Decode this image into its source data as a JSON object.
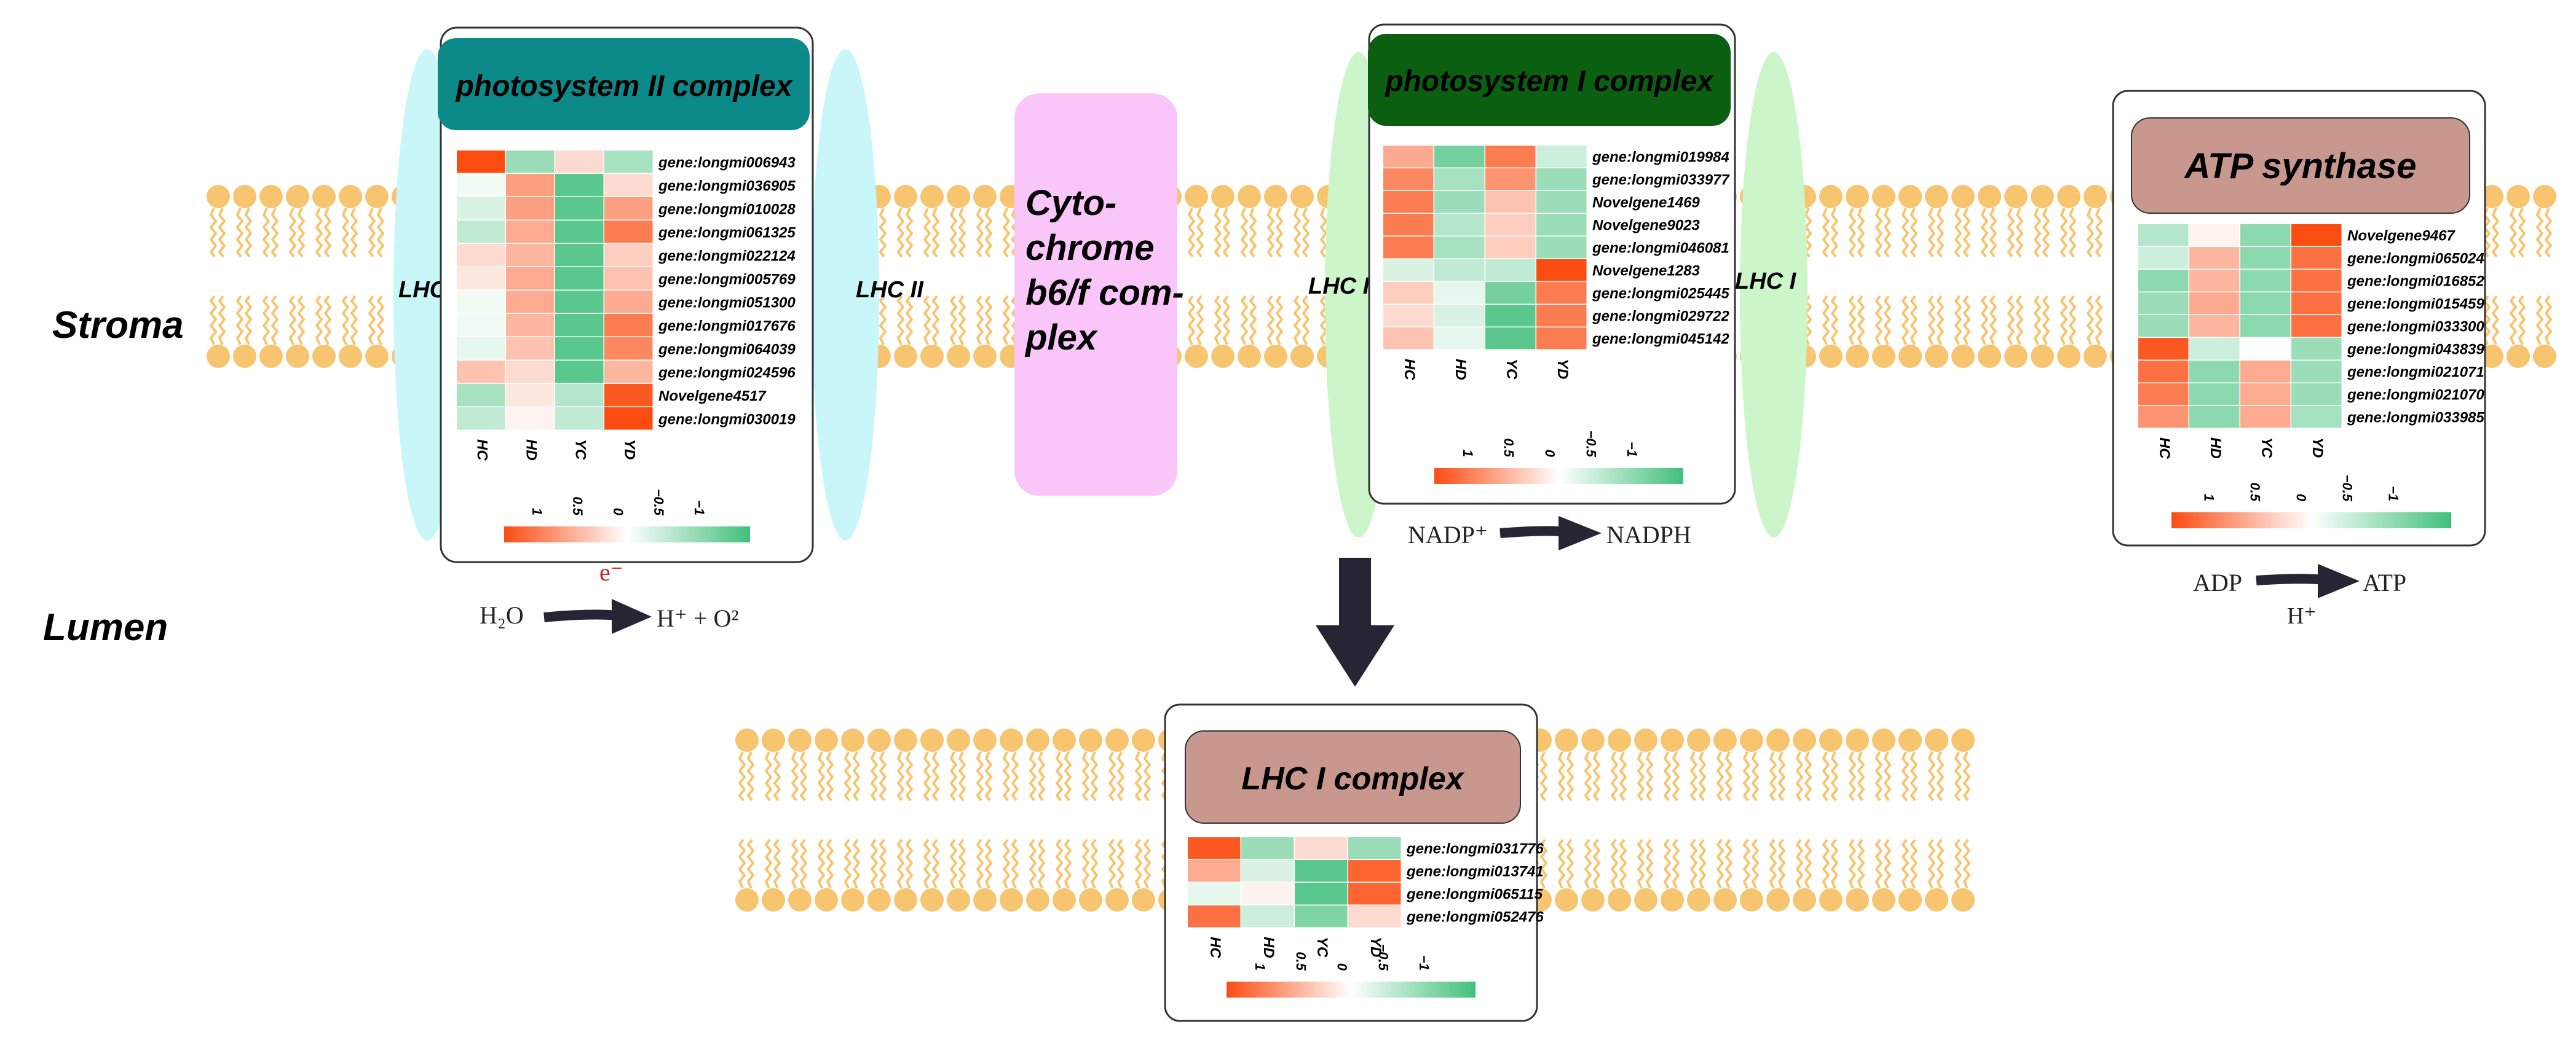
{
  "regions": {
    "stroma": "Stroma",
    "lumen": "Lumen"
  },
  "complexes": {
    "psii": {
      "title": "photosystem II complex",
      "columns": [
        "HC",
        "HD",
        "YC",
        "YD"
      ],
      "genes": [
        "gene:longmi006943",
        "gene:longmi036905",
        "gene:longmi010028",
        "gene:longmi061325",
        "gene:longmi022124",
        "gene:longmi005769",
        "gene:longmi051300",
        "gene:longmi017676",
        "gene:longmi064039",
        "gene:longmi024596",
        "Novelgene4517",
        "gene:longmi030019"
      ],
      "values": [
        [
          1.5,
          -0.8,
          0.3,
          -0.7
        ],
        [
          -0.1,
          0.8,
          -1.3,
          0.3
        ],
        [
          -0.3,
          0.8,
          -1.3,
          0.8
        ],
        [
          -0.5,
          0.7,
          -1.3,
          1.1
        ],
        [
          0.3,
          0.6,
          -1.3,
          0.4
        ],
        [
          0.2,
          0.7,
          -1.3,
          0.5
        ],
        [
          -0.1,
          0.7,
          -1.3,
          0.7
        ],
        [
          -0.1,
          0.6,
          -1.3,
          1.1
        ],
        [
          -0.2,
          0.5,
          -1.3,
          1.0
        ],
        [
          0.5,
          0.3,
          -1.3,
          0.6
        ],
        [
          -0.7,
          0.2,
          -0.6,
          1.4
        ],
        [
          -0.5,
          0.1,
          -0.5,
          1.5
        ]
      ],
      "legend_ticks": [
        "1",
        "0.5",
        "0",
        "−0.5",
        "−1"
      ],
      "side_label_left": "LHC II",
      "side_label_right": "LHC II"
    },
    "cyt": {
      "title": "Cyto- chrome b6/f com- plex",
      "lines": [
        "Cyto-",
        "chrome",
        "b6/f com-",
        "plex"
      ]
    },
    "psi": {
      "title": "photosystem I complex",
      "columns": [
        "HC",
        "HD",
        "YC",
        "YD"
      ],
      "genes": [
        "gene:longmi019984",
        "gene:longmi033977",
        "Novelgene1469",
        "Novelgene9023",
        "gene:longmi046081",
        "Novelgene1283",
        "gene:longmi025445",
        "gene:longmi029722",
        "gene:longmi045142"
      ],
      "values": [
        [
          0.7,
          -1.1,
          1.1,
          -0.4
        ],
        [
          1.0,
          -0.7,
          0.9,
          -0.8
        ],
        [
          1.1,
          -0.8,
          0.5,
          -0.8
        ],
        [
          1.1,
          -0.6,
          0.4,
          -0.8
        ],
        [
          1.1,
          -0.7,
          0.4,
          -0.8
        ],
        [
          -0.3,
          -0.5,
          -0.5,
          1.5
        ],
        [
          0.4,
          -0.2,
          -1.1,
          1.1
        ],
        [
          0.3,
          -0.3,
          -1.3,
          1.1
        ],
        [
          0.5,
          -0.2,
          -1.3,
          1.1
        ]
      ],
      "legend_ticks": [
        "1",
        "0.5",
        "0",
        "−0.5",
        "−1"
      ],
      "side_label_left": "LHC I",
      "side_label_right": "LHC I"
    },
    "atp": {
      "title": "ATP synthase",
      "columns": [
        "HC",
        "HD",
        "YC",
        "YD"
      ],
      "genes": [
        "Novelgene9467",
        "gene:longmi065024",
        "gene:longmi016852",
        "gene:longmi015459",
        "gene:longmi033300",
        "gene:longmi043839",
        "gene:longmi021071",
        "gene:longmi021070",
        "gene:longmi033985"
      ],
      "values": [
        [
          -0.6,
          0.1,
          -0.9,
          1.5
        ],
        [
          -0.4,
          0.6,
          -0.9,
          1.2
        ],
        [
          -0.9,
          0.6,
          -0.9,
          1.2
        ],
        [
          -0.8,
          0.7,
          -0.9,
          1.2
        ],
        [
          -0.8,
          0.6,
          -0.9,
          1.2
        ],
        [
          1.4,
          -0.4,
          0.0,
          -0.8
        ],
        [
          1.2,
          -0.9,
          0.7,
          -0.8
        ],
        [
          1.1,
          -0.9,
          0.7,
          -0.8
        ],
        [
          0.9,
          -0.9,
          0.7,
          -0.7
        ]
      ],
      "legend_ticks": [
        "1",
        "0.5",
        "0",
        "−0.5",
        "−1"
      ]
    },
    "lhci": {
      "title": "LHC I complex",
      "columns": [
        "HC",
        "HD",
        "YC",
        "YD"
      ],
      "genes": [
        "gene:longmi031776",
        "gene:longmi013741",
        "gene:longmi065115",
        "gene:longmi052476"
      ],
      "values": [
        [
          1.4,
          -0.8,
          0.3,
          -0.8
        ],
        [
          0.7,
          -0.3,
          -1.3,
          1.3
        ],
        [
          -0.2,
          0.1,
          -1.3,
          1.3
        ],
        [
          1.2,
          -0.4,
          -1.0,
          0.3
        ]
      ],
      "legend_ticks": [
        "1",
        "0.5",
        "0",
        "−0.5",
        "−1"
      ]
    }
  },
  "reactions": {
    "psii_electron": "e⁻",
    "psii_left": "H₂O",
    "psii_right": "H⁺ + O²",
    "psi_left": "NADP⁺",
    "psi_right": "NADPH",
    "atp_left": "ADP",
    "atp_right": "ATP",
    "atp_below": "H⁺"
  },
  "colors": {
    "membrane": "#f7c470",
    "psii_header": "#0c8a8a",
    "psi_header": "#0a5f10",
    "pink_header": "#c8978e",
    "cytochrome": "#fac6fa",
    "lhcii_ellipse": "#c9f6f8",
    "lhci_ellipse": "#ccf5c9",
    "heat_high": "#fb4c12",
    "heat_mid": "#ffffff",
    "heat_low": "#41c07a",
    "arrow": "#262533"
  }
}
